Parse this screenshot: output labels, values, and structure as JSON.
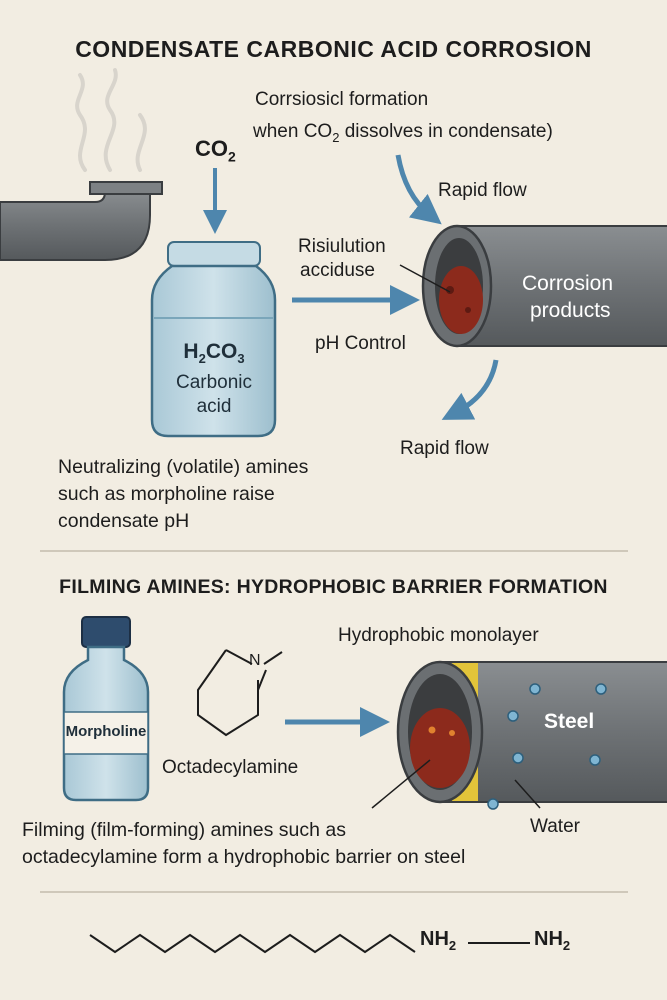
{
  "section1": {
    "title": "CONDENSATE CARBONIC ACID CORROSION",
    "co2_label": "CO",
    "co2_sub": "2",
    "formation_line1": "Corrsiosicl formation",
    "formation_line2_a": "when CO",
    "formation_line2_sub": "2",
    "formation_line2_b": " dissolves in condensate)",
    "rapid_flow_top": "Rapid flow",
    "risiulution_line1": "Risiulution",
    "risiulution_line2": "acciduse",
    "jar_formula": {
      "h": "H",
      "s1": "2",
      "c": "CO",
      "s2": "3"
    },
    "jar_line2": "Carbonic",
    "jar_line3": "acid",
    "ph_control": "pH Control",
    "corrosion_products_1": "Corrosion",
    "corrosion_products_2": "products",
    "rapid_flow_bottom": "Rapid flow",
    "caption": [
      "Neutralizing (volatile) amines",
      "such as morpholine raise",
      "condensate pH"
    ]
  },
  "section2": {
    "title": "FILMING AMINES: HYDROPHOBIC BARRIER FORMATION",
    "bottle_label": "Morpholine",
    "ring_atom": "N",
    "octadecylamine": "Octadecylamine",
    "monolayer": "Hydrophobic monolayer",
    "steel": "Steel",
    "water": "Water",
    "caption": [
      "Filming (film-forming) amines such as",
      "octadecylamine form a hydrophobic barrier on steel"
    ]
  },
  "structure": {
    "nh2_a": "NH",
    "sub_a": "2",
    "nh2_b": "NH",
    "sub_b": "2"
  },
  "colors": {
    "background": "#f2ede2",
    "arrow": "#4e86ad",
    "pipe": "#6f7376",
    "rust": "#8c2a1c",
    "film": "#e2c43a",
    "jar": "#b8d3df"
  }
}
